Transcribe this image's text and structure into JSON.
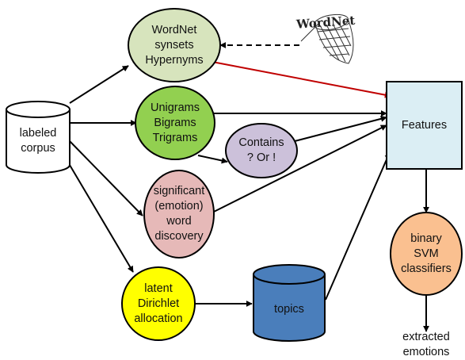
{
  "nodes": {
    "corpus": {
      "lines": [
        "labeled",
        "corpus"
      ]
    },
    "wordnet": {
      "lines": [
        "WordNet",
        "synsets",
        "Hypernyms"
      ]
    },
    "ngrams": {
      "lines": [
        "Unigrams",
        "Bigrams",
        "Trigrams"
      ]
    },
    "contains": {
      "lines": [
        "Contains",
        "? Or !"
      ]
    },
    "significant": {
      "lines": [
        "significant",
        "(emotion)",
        "word",
        "discovery"
      ]
    },
    "lda": {
      "lines": [
        "latent",
        "Dirichlet",
        "allocation"
      ]
    },
    "topics": {
      "label": "topics"
    },
    "features": {
      "label": "Features"
    },
    "svm": {
      "lines": [
        "binary",
        "SVM",
        "classifiers"
      ]
    },
    "output": {
      "lines": [
        "extracted",
        "emotions"
      ]
    }
  },
  "logo": {
    "text": "WordNet"
  },
  "colors": {
    "wordnet_fill": "#d7e4bd",
    "ngrams_fill": "#92d050",
    "contains_fill": "#ccc1da",
    "significant_fill": "#e6b9b8",
    "lda_fill": "#ffff00",
    "topics_fill": "#4a7ebb",
    "features_fill": "#dbeef4",
    "svm_fill": "#fac090",
    "highlight_arrow": "#c00000"
  }
}
